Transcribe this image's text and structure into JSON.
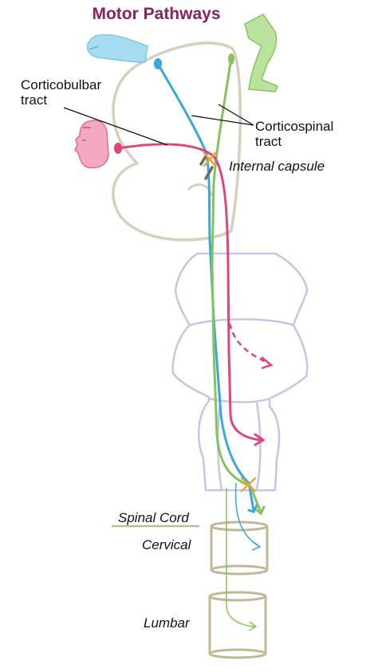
{
  "title": "Motor Pathways",
  "labels": {
    "corticobulbar_line1": "Corticobulbar",
    "corticobulbar_line2": "tract",
    "corticospinal_line1": "Corticospinal",
    "corticospinal_line2": "tract",
    "internal_capsule": "Internal capsule",
    "spinal_cord": "Spinal Cord",
    "cervical": "Cervical",
    "lumbar": "Lumbar"
  },
  "colors": {
    "title": "#8b2063",
    "corticobulbar_tract": "#e0457a",
    "corticospinal_arm": "#3aa7dd",
    "corticospinal_leg": "#86c35a",
    "brain_outline": "#d8cfbd",
    "brainstem_outline": "#c9c4e4",
    "spinal_cord_outline": "#c2b895",
    "decussation_mark": "#f0a23a",
    "capsule_marks": "#6e6a55",
    "face_icon": "#f4a9c2",
    "arm_icon": "#a8dcf0",
    "leg_icon": "#b9e39e"
  },
  "icons": [
    "face-icon",
    "arm-icon",
    "leg-icon"
  ]
}
